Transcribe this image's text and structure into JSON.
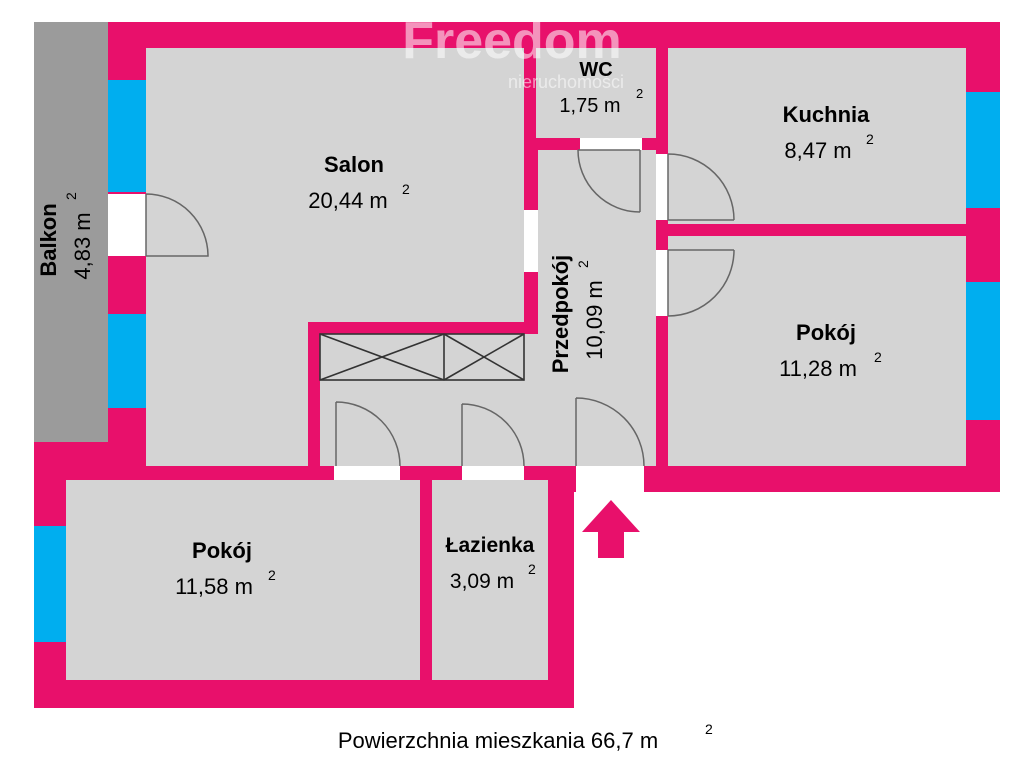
{
  "watermark": {
    "brand": "Freedom",
    "sub": "nieruchomości"
  },
  "colors": {
    "wall": "#e8106b",
    "room": "#d4d4d4",
    "balcony": "#9b9b9b",
    "window": "#00aeef",
    "door_line": "#555555",
    "text": "#000000"
  },
  "rooms": {
    "salon": {
      "name": "Salon",
      "area": "20,44 m",
      "sup": "2"
    },
    "wc": {
      "name": "WC",
      "area": "1,75 m",
      "sup": "2"
    },
    "kuchnia": {
      "name": "Kuchnia",
      "area": "8,47 m",
      "sup": "2"
    },
    "balkon": {
      "name": "Balkon",
      "area": "4,83 m",
      "sup": "2"
    },
    "przedpokoj": {
      "name": "Przedpokój",
      "area": "10,09 m",
      "sup": "2"
    },
    "pokoj_right": {
      "name": "Pokój",
      "area": "11,28 m",
      "sup": "2"
    },
    "pokoj_left": {
      "name": "Pokój",
      "area": "11,58 m",
      "sup": "2"
    },
    "lazienka": {
      "name": "Łazienka",
      "area": "3,09 m",
      "sup": "2"
    }
  },
  "total": {
    "label": "Powierzchnia mieszkania 66,7 m",
    "sup": "2"
  },
  "entrance": {
    "icon": "arrow-up-icon"
  }
}
